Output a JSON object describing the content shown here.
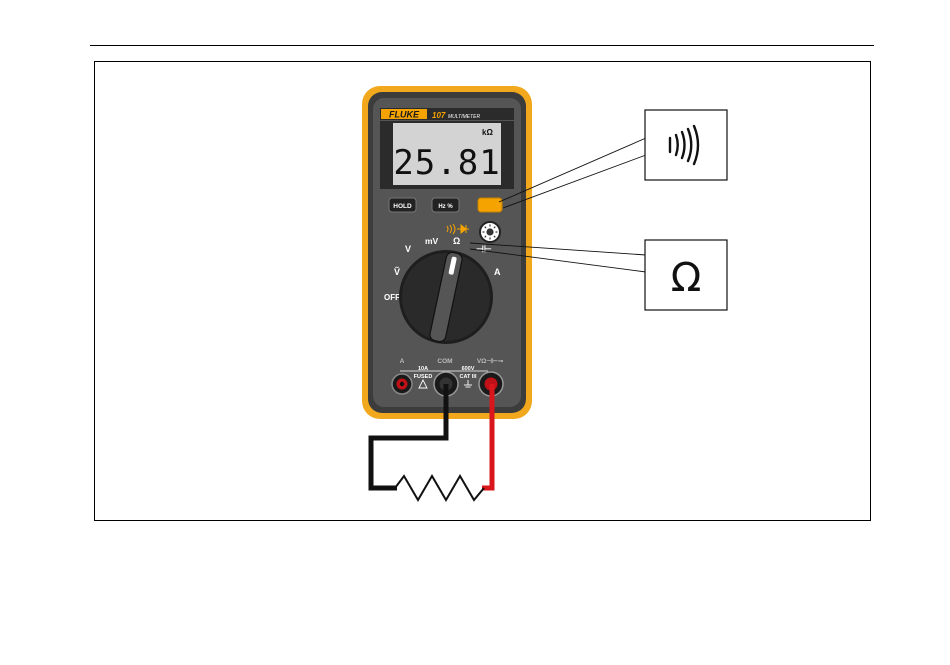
{
  "meter": {
    "brand": "FLUKE",
    "model": "107",
    "model_suffix": "MULTIMETER",
    "display": {
      "reading": "25.81",
      "unit": "kΩ"
    },
    "buttons": {
      "hold": "HOLD",
      "hz_percent": "Hz %"
    },
    "dial": {
      "off": "OFF",
      "v_ac": "Ṽ",
      "v_dc": "V",
      "mv": "mV",
      "ohm": "Ω",
      "cap": "⊣⊢",
      "amp": "A"
    },
    "jacks": {
      "a_label": "A",
      "com_label": "COM",
      "v_label": "VΩ⊣⊢⊸",
      "rating_left_1": "10A",
      "rating_left_2": "FUSED",
      "rating_right_1": "600V",
      "rating_right_2": "CAT III"
    }
  },
  "callouts": {
    "continuity_symbol": ")))",
    "ohm_symbol": "Ω"
  },
  "colors": {
    "meter_body": "#4a4a4a",
    "holster": "#f2a81c",
    "lcd": "#d3d3d3",
    "accent_yellow": "#f5a300",
    "probe_red": "#d8161b",
    "probe_black": "#111111"
  }
}
